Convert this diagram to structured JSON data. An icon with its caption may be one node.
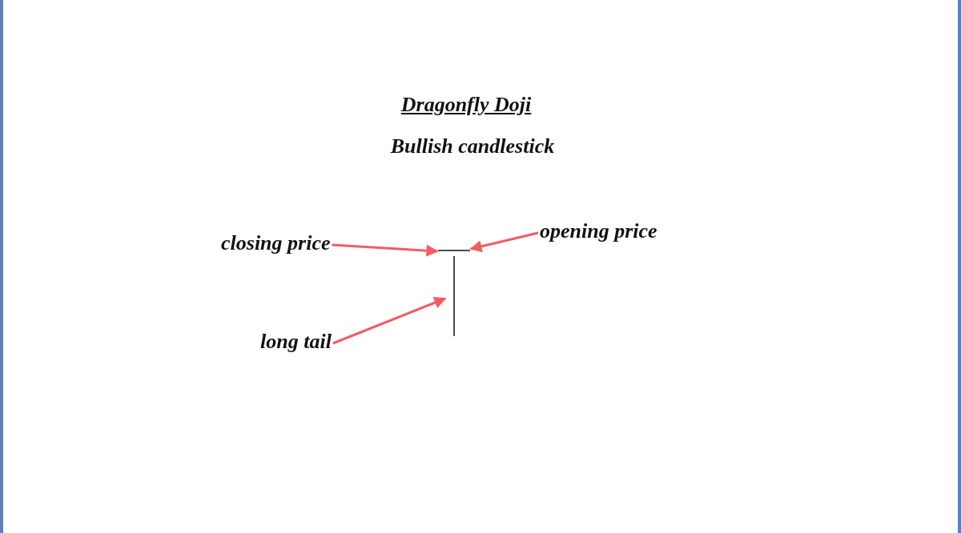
{
  "diagram": {
    "title": "Dragonfly Doji",
    "nodes": [
      {
        "text": [
          "closing price"
        ]
      },
      {
        "text": [
          "opening price"
        ]
      },
      {
        "text": [
          "long tail"
        ]
      },
      {
        "text": [],
        "shape": "bar"
      },
      {
        "text": [],
        "shape": "bar"
      }
    ],
    "edges": [
      {
        "from": 0,
        "to": 3,
        "arrow": "to"
      },
      {
        "from": 1,
        "to": 3,
        "arrow": "to"
      },
      {
        "from": 2,
        "to": 4,
        "arrow": "to"
      }
    ],
    "labels": [
      "Bullish candlestick"
    ]
  }
}
